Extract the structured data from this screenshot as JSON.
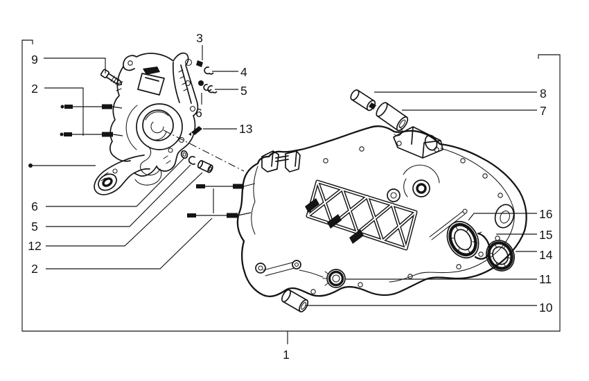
{
  "figure": {
    "kind": "exploded-parts-line-diagram",
    "background_color": "#ffffff",
    "line_color": "#141414"
  },
  "callout_labels": {
    "c1": "1",
    "c2_top": "2",
    "c2_bottom": "2",
    "c3": "3",
    "c4": "4",
    "c5_top": "5",
    "c5_bottom": "5",
    "c6_top": "6",
    "c6_bottom": "6",
    "c7": "7",
    "c8": "8",
    "c9": "9",
    "c10": "10",
    "c11": "11",
    "c12": "12",
    "c13": "13",
    "c14": "14",
    "c15": "15",
    "c16": "16"
  }
}
